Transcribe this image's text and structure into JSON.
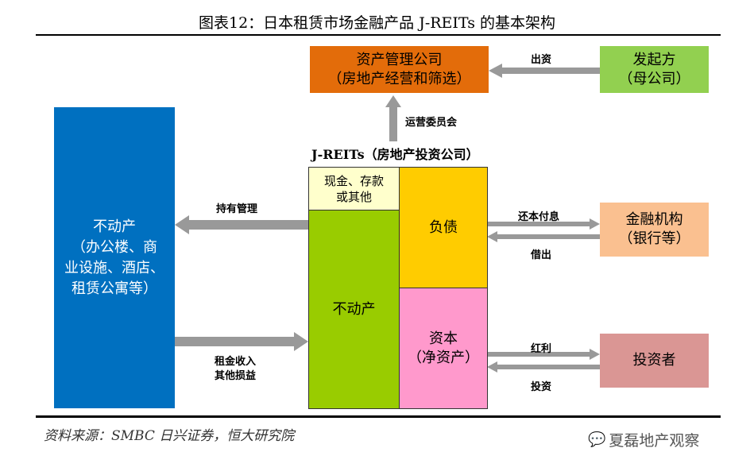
{
  "title": "图表12：日本租赁市场金融产品 J-REITs 的基本架构",
  "asset_manager": {
    "line1": "资产管理公司",
    "line2": "（房地产经营和筛选）"
  },
  "sponsor": {
    "line1": "发起方",
    "line2": "（母公司）"
  },
  "flow_sponsor": "出资",
  "flow_committee": "运营委员会",
  "jreits_label": "J-REITs（房地产投资公司）",
  "balance": {
    "cash_line1": "现金、存款",
    "cash_line2": "或其他",
    "real_estate": "不动产",
    "debt": "负债",
    "capital_line1": "资本",
    "capital_line2": "（净资产）"
  },
  "property": {
    "line1": "不动产",
    "line2": "（办公楼、商",
    "line3": "业设施、酒店、",
    "line4": "租赁公寓等）"
  },
  "flow_hold": "持有管理",
  "flow_rent_line1": "租金收入",
  "flow_rent_line2": "其他损益",
  "bank": {
    "line1": "金融机构",
    "line2": "（银行等）"
  },
  "flow_repay": "还本付息",
  "flow_lend": "借出",
  "investor": {
    "line1": "投资者"
  },
  "flow_dividend": "红利",
  "flow_invest": "投资",
  "source": "资料来源：SMBC 日兴证券，恒大研究院",
  "watermark": "夏磊地产观察",
  "colors": {
    "asset_manager": "#E36C0A",
    "sponsor": "#92D050",
    "property": "#0070C0",
    "cash": "#FFFFCC",
    "real_estate": "#99CC00",
    "debt": "#FFCC00",
    "capital": "#FF99CC",
    "bank": "#FAC090",
    "investor": "#DA9694",
    "arrow": "#999999"
  }
}
